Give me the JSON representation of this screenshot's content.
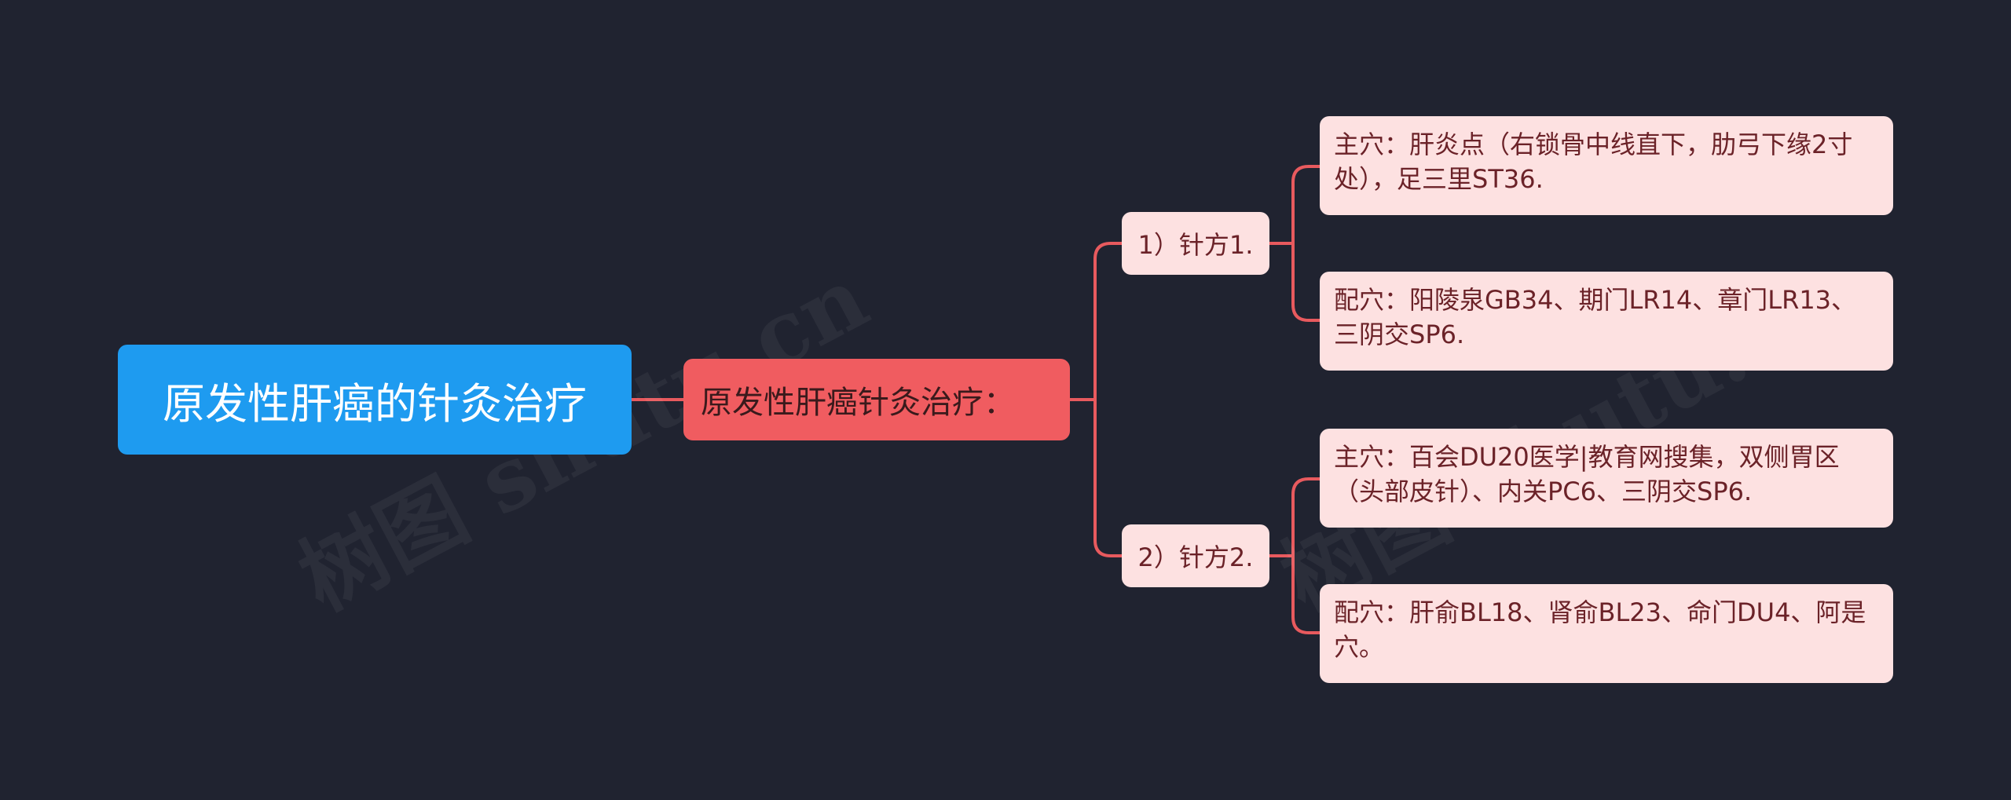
{
  "diagram": {
    "root": "原发性肝癌的针灸治疗",
    "branch": "原发性肝癌针灸治疗：",
    "groups": [
      {
        "label": "1）针方1.",
        "items": [
          "主穴：肝炎点（右锁骨中线直下，肋弓下缘2寸处），足三里ST36.",
          "配穴：阳陵泉GB34、期门LR14、章门LR13、三阴交SP6."
        ]
      },
      {
        "label": "2）针方2.",
        "items": [
          "主穴：百会DU20医学|教育网搜集，双侧胃区（头部皮针）、内关PC6、三阴交SP6.",
          "配穴：肝俞BL18、肾俞BL23、命门DU4、阿是穴。"
        ]
      }
    ]
  },
  "watermark": "树图 shutu.cn",
  "colors": {
    "background": "#202330",
    "root": "#1e9bf0",
    "branch": "#f05c60",
    "leaf": "#fde1e1",
    "connector": "#e85a5e"
  }
}
